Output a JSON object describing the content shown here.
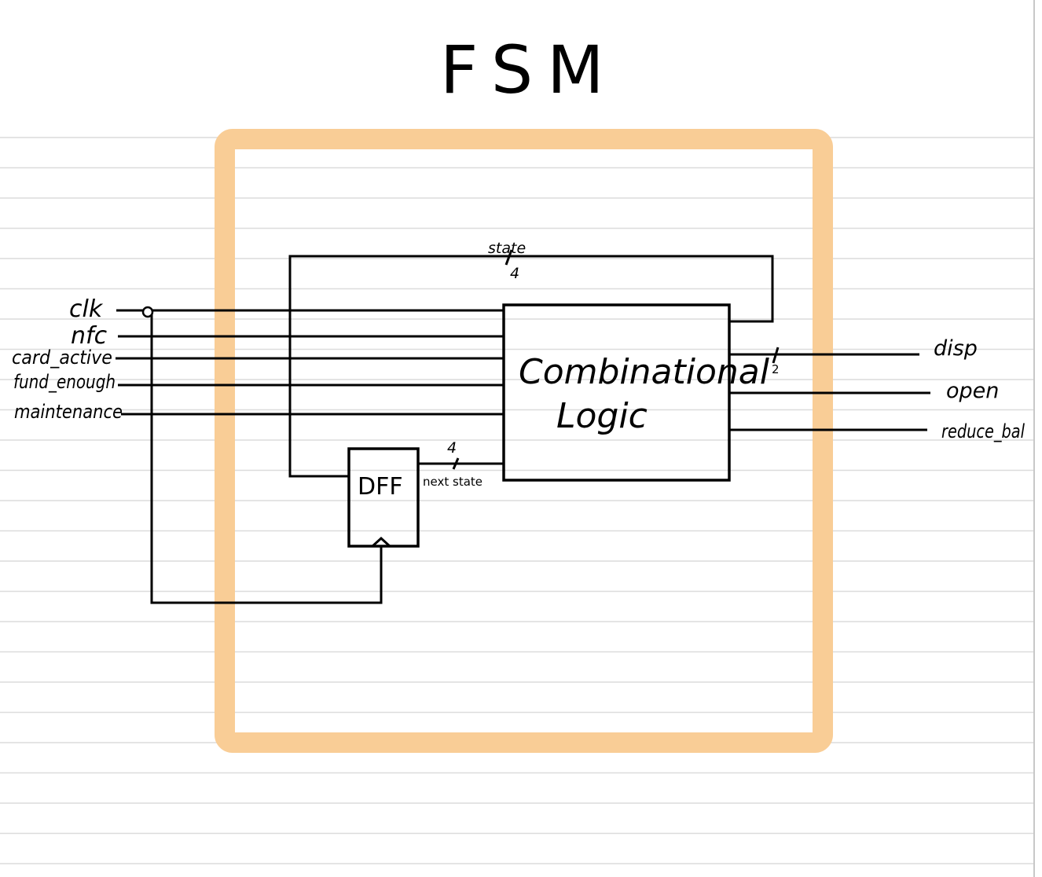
{
  "title": "FSM",
  "inputs": [
    "clk",
    "nfc",
    "card_active",
    "fund_enough",
    "maintenance"
  ],
  "outputs": [
    "disp",
    "open",
    "reduce_bal"
  ],
  "blocks": {
    "combinational": {
      "line1": "Combinational",
      "line2": "Logic"
    },
    "dff": "DFF"
  },
  "buses": {
    "state": {
      "name": "state",
      "width": "4"
    },
    "next_state": {
      "name": "next state",
      "width": "4"
    },
    "disp": {
      "width": "2"
    }
  },
  "colors": {
    "ink": "#000000",
    "boundary": "#f9cd96",
    "paper_lines": "#dcdcdc",
    "margin_line": "#c8c8c8"
  }
}
